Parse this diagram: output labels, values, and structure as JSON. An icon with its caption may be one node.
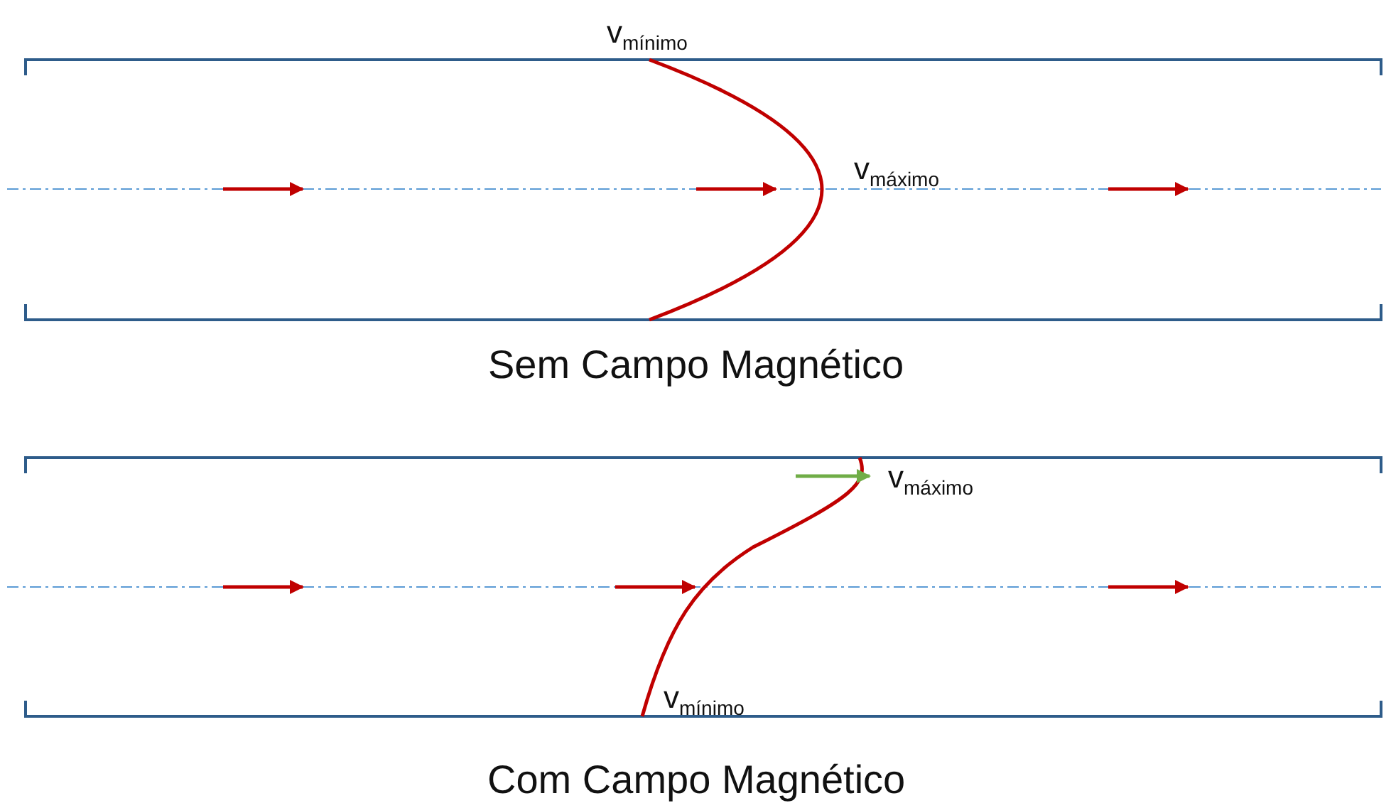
{
  "diagram": {
    "labels": [
      "v$_{mínimo}$",
      "v$_{máximo}$",
      "Sem Campo Magnético",
      "v$_{máximo}$",
      "v$_{mínimo}$",
      "Com Campo Magnético"
    ]
  }
}
